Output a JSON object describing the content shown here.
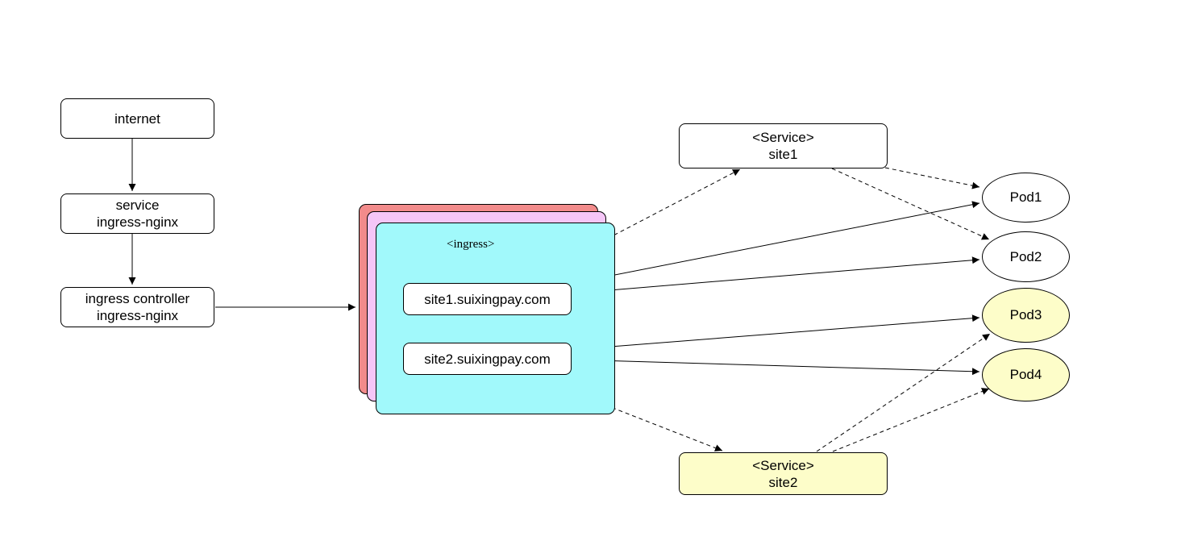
{
  "nodes": {
    "internet": {
      "label": "internet"
    },
    "service": {
      "line1": "service",
      "line2": "ingress-nginx"
    },
    "controller": {
      "line1": "ingress controller",
      "line2": "ingress-nginx"
    },
    "ingress": {
      "label": "<ingress>",
      "host1": "site1.suixingpay.com",
      "host2": "site2.suixingpay.com"
    },
    "service_site1": {
      "line1": "<Service>",
      "line2": "site1"
    },
    "service_site2": {
      "line1": "<Service>",
      "line2": "site2"
    },
    "pods": [
      {
        "label": "Pod1"
      },
      {
        "label": "Pod2"
      },
      {
        "label": "Pod3"
      },
      {
        "label": "Pod4"
      }
    ]
  },
  "colors": {
    "ingress_back": "#f28b8b",
    "ingress_middle": "#f5c6f7",
    "ingress_front": "#a1f9fb",
    "site2_fill": "#fdfdc9",
    "pod_site2_fill": "#fdfdc9",
    "default_fill": "#ffffff",
    "stroke": "#000000"
  },
  "edges": [
    {
      "from": "internet",
      "to": "service",
      "style": "solid"
    },
    {
      "from": "service",
      "to": "controller",
      "style": "solid"
    },
    {
      "from": "controller",
      "to": "ingress",
      "style": "solid"
    },
    {
      "from": "site1.suixingpay.com",
      "to": "Pod1",
      "style": "solid"
    },
    {
      "from": "site1.suixingpay.com",
      "to": "Pod2",
      "style": "solid"
    },
    {
      "from": "site2.suixingpay.com",
      "to": "Pod3",
      "style": "solid"
    },
    {
      "from": "site2.suixingpay.com",
      "to": "Pod4",
      "style": "solid"
    },
    {
      "from": "ingress",
      "to": "<Service> site1",
      "style": "dashed"
    },
    {
      "from": "<Service> site1",
      "to": "Pod1",
      "style": "dashed"
    },
    {
      "from": "<Service> site1",
      "to": "Pod2",
      "style": "dashed"
    },
    {
      "from": "ingress",
      "to": "<Service> site2",
      "style": "dashed"
    },
    {
      "from": "<Service> site2",
      "to": "Pod3",
      "style": "dashed"
    },
    {
      "from": "<Service> site2",
      "to": "Pod4",
      "style": "dashed"
    }
  ]
}
